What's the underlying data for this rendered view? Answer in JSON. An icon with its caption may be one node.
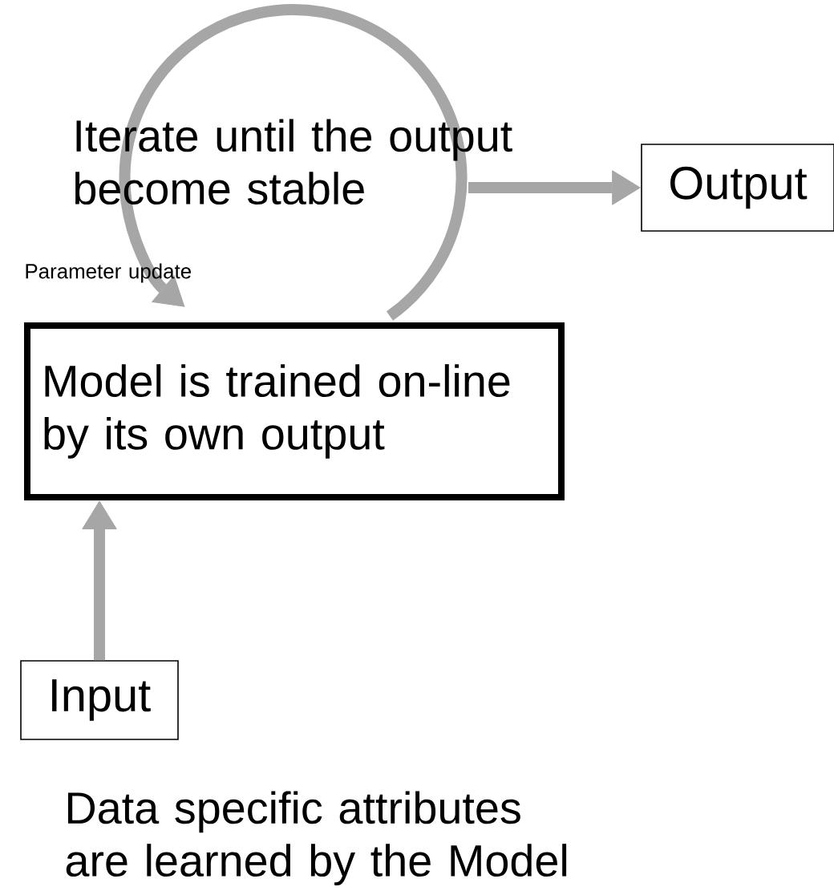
{
  "diagram": {
    "nodes": [
      {
        "text": [
          "Iterate until the output become stable"
        ]
      },
      {
        "text": [
          "Output"
        ]
      },
      {
        "text": [
          "Model is trained on-line by its own output"
        ]
      },
      {
        "text": [
          "Input"
        ]
      }
    ],
    "edges": [
      {
        "from": 2,
        "to": 2,
        "arrow": "to"
      },
      {
        "from": 0,
        "to": 1,
        "arrow": "to"
      },
      {
        "from": 3,
        "to": 2,
        "arrow": "to"
      }
    ],
    "labels": [
      "Parameter update",
      "Data specific attributes are learned by the Model"
    ]
  }
}
